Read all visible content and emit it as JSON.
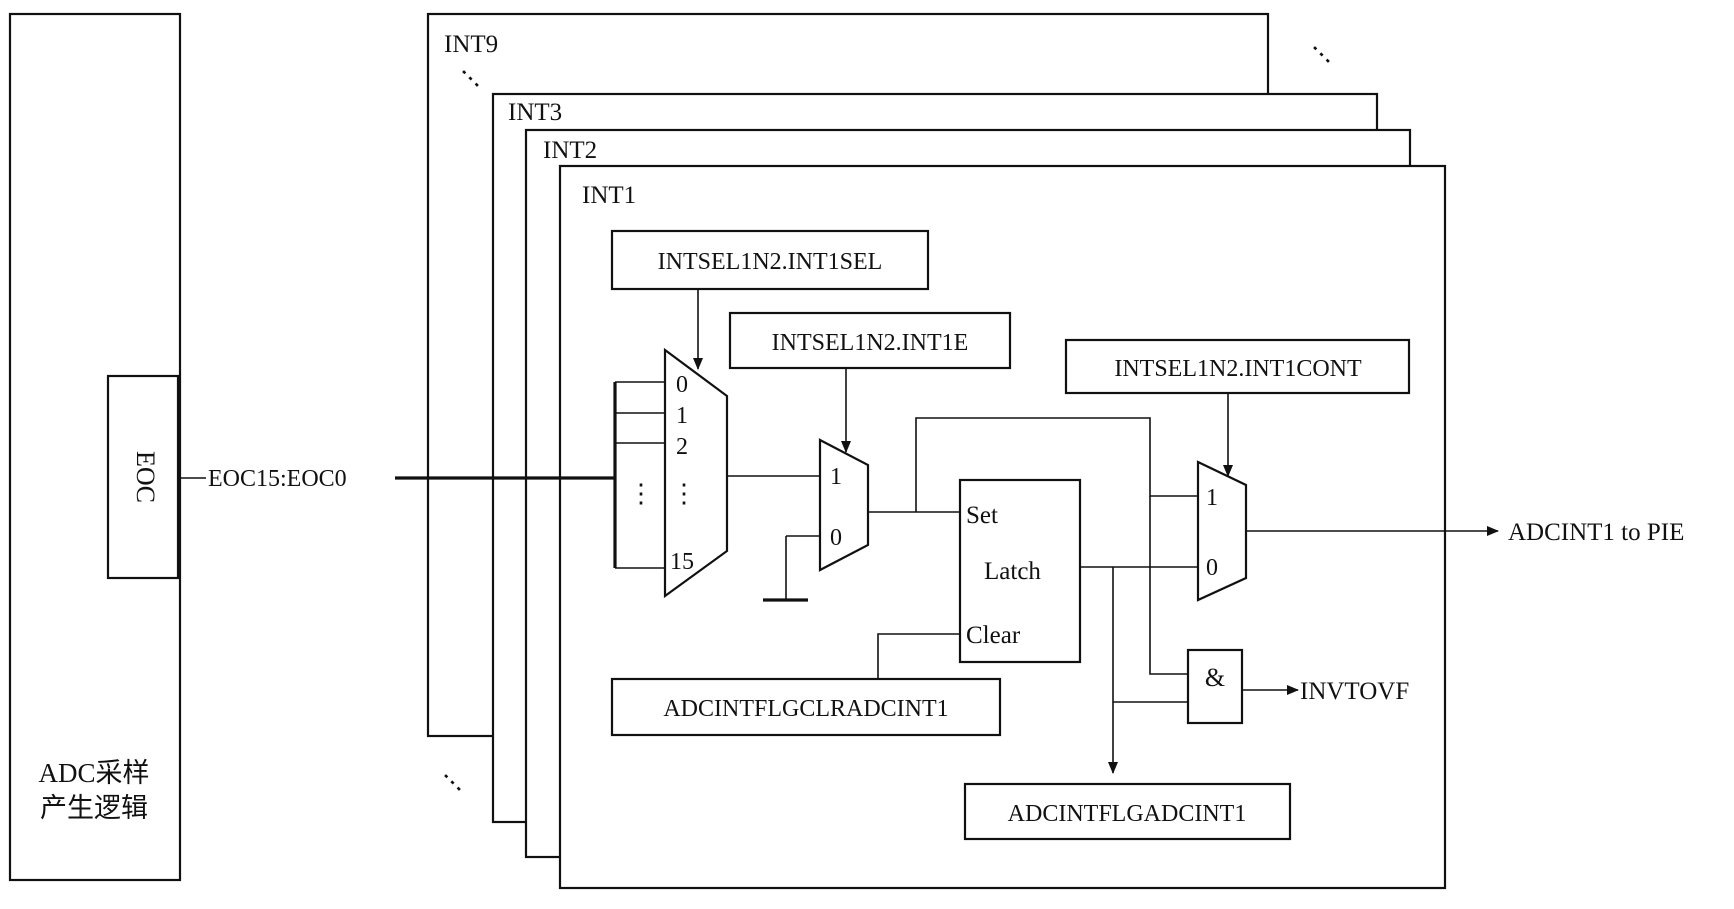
{
  "diagram": {
    "left_block": {
      "eoc": "EOC",
      "label_line1": "ADC采样",
      "label_line2": "产生逻辑"
    },
    "bus_label": "EOC15:EOC0",
    "frames": [
      "INT9",
      "INT3",
      "INT2",
      "INT1"
    ],
    "dots": "⋮",
    "registers": {
      "int1sel": "INTSEL1N2.INT1SEL",
      "int1e": "INTSEL1N2.INT1E",
      "int1cont": "INTSEL1N2.INT1CONT",
      "clr": "ADCINTFLGCLRADCINT1",
      "flg": "ADCINTFLGADCINT1"
    },
    "mux16": [
      "0",
      "1",
      "2",
      "⋮",
      "15"
    ],
    "mux_e": [
      "1",
      "0"
    ],
    "mux_cont": [
      "1",
      "0"
    ],
    "latch": {
      "set": "Set",
      "name": "Latch",
      "clear": "Clear"
    },
    "and_gate": "&",
    "outputs": {
      "adcint": "ADCINT1 to PIE",
      "ovf": "INVTOVF"
    }
  },
  "colors": {
    "ink": "#111111",
    "background": "#ffffff"
  }
}
